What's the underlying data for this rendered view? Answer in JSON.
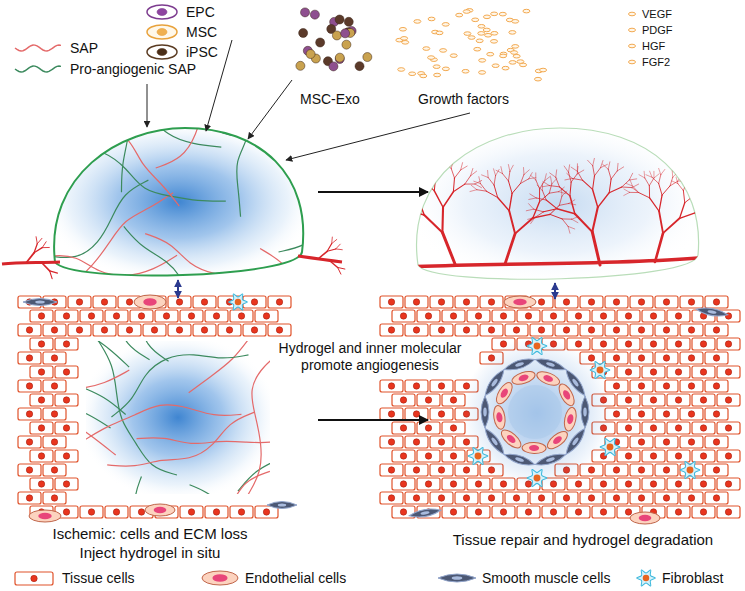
{
  "diagram": {
    "labels": [
      "MSC-Exo",
      "Growth factors",
      "VEGF",
      "PDGF",
      "HGF",
      "FGF2",
      "Hydrogel and inner molecular promote angiogenesis",
      "Ischemic: cells and ECM loss",
      "Inject hydrogel in situ",
      "Tissue repair and hydrogel degradation"
    ],
    "legend": [
      {
        "text": "SAP"
      },
      {
        "text": "Pro-angiogenic SAP"
      },
      {
        "text": "EPC"
      },
      {
        "text": "MSC"
      },
      {
        "text": "iPSC"
      },
      {
        "text": "Tissue cells"
      },
      {
        "text": "Endothelial cells"
      },
      {
        "text": "Smooth muscle cells"
      },
      {
        "text": "Fibroblast"
      }
    ]
  }
}
